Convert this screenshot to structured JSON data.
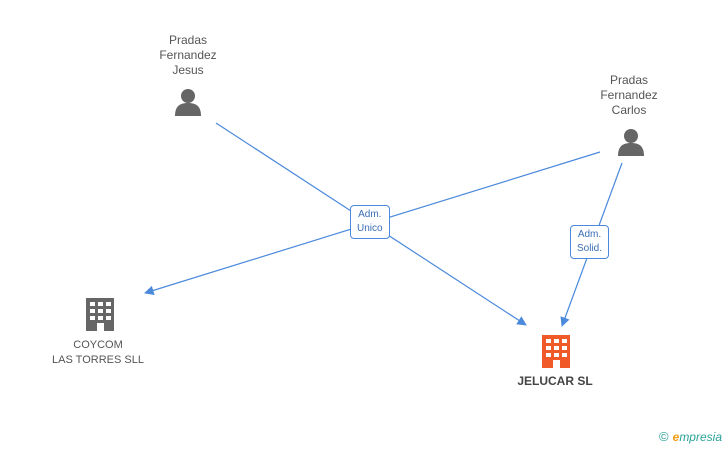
{
  "nodes": {
    "person_jesus": {
      "lines": [
        "Pradas",
        "Fernandez",
        "Jesus"
      ],
      "icon": "person-icon",
      "color": "#666666"
    },
    "person_carlos": {
      "lines": [
        "Pradas",
        "Fernandez",
        "Carlos"
      ],
      "icon": "person-icon",
      "color": "#666666"
    },
    "company_coycom": {
      "lines": [
        "COYCOM",
        "LAS TORRES SLL"
      ],
      "icon": "building-icon",
      "color": "#666666"
    },
    "company_jelucar": {
      "lines": [
        "JELUCAR SL"
      ],
      "icon": "building-icon",
      "color": "#f05a28"
    }
  },
  "edges": {
    "adm_unico": {
      "lines": [
        "Adm.",
        "Unico"
      ]
    },
    "adm_solid": {
      "lines": [
        "Adm.",
        "Solid."
      ]
    }
  },
  "colors": {
    "edge": "#4a89dc"
  },
  "brand": {
    "copyright": "©",
    "initial": "e",
    "rest": "mpresia"
  }
}
